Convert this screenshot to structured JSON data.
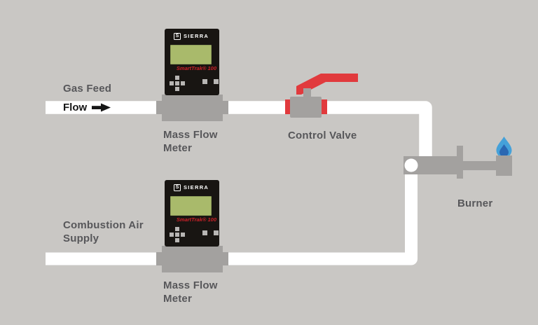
{
  "colors": {
    "bg": "#c9c7c4",
    "pipe": "#ffffff",
    "metal": "#a3a19f",
    "device": "#181512",
    "lcd": "#a9ba6b",
    "brand_red": "#cc2128",
    "valve_red": "#e13a3d",
    "label": "#57575a",
    "flow_text": "#161616",
    "flame_outer": "#45a1d9",
    "flame_inner": "#2a67b2",
    "key_gray": "#b8b6b4"
  },
  "pipeline": {
    "gas_feed_label": "Gas Feed",
    "flow_label": "Flow",
    "combustion_air_line1": "Combustion Air",
    "combustion_air_line2": "Supply"
  },
  "meter": {
    "label_line1": "Mass Flow",
    "label_line2": "Meter",
    "logo_letter": "S",
    "brand": "SIERRA",
    "model": "SmartTrak® 100"
  },
  "valve": {
    "label": "Control Valve"
  },
  "burner": {
    "label": "Burner"
  }
}
